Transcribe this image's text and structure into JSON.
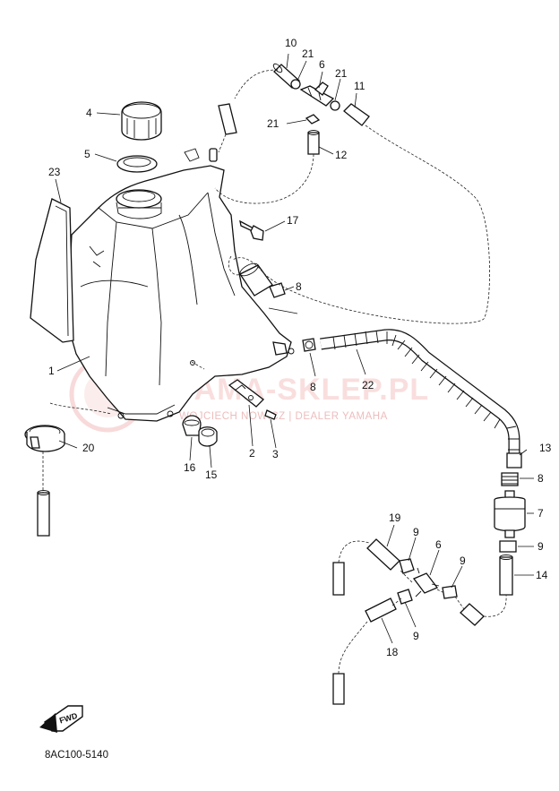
{
  "diagram_code": "8AC100-5140",
  "fwd_label": "FWD",
  "watermark": {
    "main": "YAMA-SKLEP.PL",
    "sub": "WOJCIECH NOWICZ | DEALER YAMAHA"
  },
  "callouts": [
    {
      "id": "c1",
      "text": "1"
    },
    {
      "id": "c2",
      "text": "2"
    },
    {
      "id": "c3",
      "text": "3"
    },
    {
      "id": "c4",
      "text": "4"
    },
    {
      "id": "c5",
      "text": "5"
    },
    {
      "id": "c6a",
      "text": "6"
    },
    {
      "id": "c6b",
      "text": "6"
    },
    {
      "id": "c7",
      "text": "7"
    },
    {
      "id": "c8a",
      "text": "8"
    },
    {
      "id": "c8b",
      "text": "8"
    },
    {
      "id": "c8c",
      "text": "8"
    },
    {
      "id": "c9a",
      "text": "9"
    },
    {
      "id": "c9b",
      "text": "9"
    },
    {
      "id": "c9c",
      "text": "9"
    },
    {
      "id": "c9d",
      "text": "9"
    },
    {
      "id": "c10",
      "text": "10"
    },
    {
      "id": "c11",
      "text": "11"
    },
    {
      "id": "c12",
      "text": "12"
    },
    {
      "id": "c13",
      "text": "13"
    },
    {
      "id": "c14",
      "text": "14"
    },
    {
      "id": "c15",
      "text": "15"
    },
    {
      "id": "c16",
      "text": "16"
    },
    {
      "id": "c17",
      "text": "17"
    },
    {
      "id": "c18",
      "text": "18"
    },
    {
      "id": "c19",
      "text": "19"
    },
    {
      "id": "c20",
      "text": "20"
    },
    {
      "id": "c21a",
      "text": "21"
    },
    {
      "id": "c21b",
      "text": "21"
    },
    {
      "id": "c21c",
      "text": "21"
    },
    {
      "id": "c22",
      "text": "22"
    },
    {
      "id": "c23",
      "text": "23"
    }
  ]
}
